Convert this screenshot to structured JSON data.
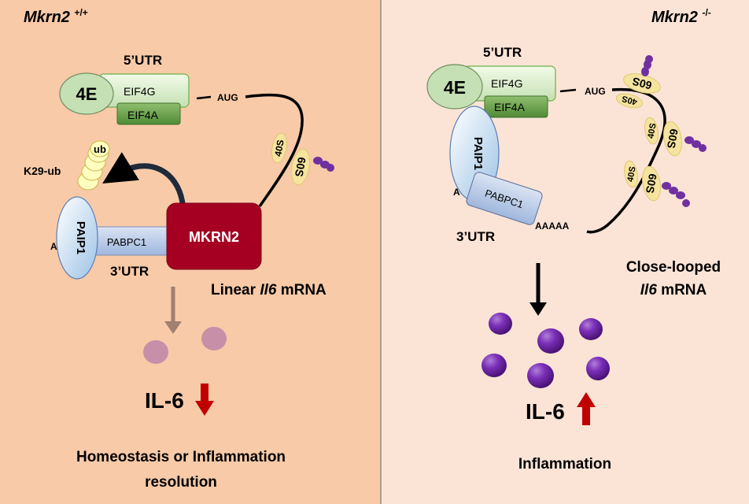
{
  "left": {
    "genotype": "Mkrn2",
    "superscript": "+/+",
    "utr5": "5’UTR",
    "cap": "4E",
    "eif4g": "EIF4G",
    "eif4a": "EIF4A",
    "aug": "AUG",
    "ribosome_small": "40S",
    "ribosome_large": "60S",
    "ub": "ub",
    "k29": "K29-ub",
    "paip1": "PAIP1",
    "pabpc1": "PABPC1",
    "poly_a": "A",
    "utr3": "3’UTR",
    "mkrn2": "MKRN2",
    "mrna_pre": "Linear ",
    "mrna_gene": "Il6",
    "mrna_post": " mRNA",
    "il6": "IL-6",
    "outcome_line1": "Homeostasis or Inflammation",
    "outcome_line2": "resolution",
    "colors": {
      "background": "#f8caa8",
      "arrow": "#c00000",
      "cytokine": "#c790a8",
      "mkrn2": "#a50021"
    }
  },
  "right": {
    "genotype": "Mkrn2",
    "superscript": "-/-",
    "utr5": "5’UTR",
    "cap": "4E",
    "eif4g": "EIF4G",
    "eif4a": "EIF4A",
    "aug": "AUG",
    "ribosome_small": "40S",
    "ribosome_large": "60S",
    "paip1": "PAIP1",
    "pabpc1": "PABPC1",
    "poly_a_short": "A",
    "poly_a": "AAAAA",
    "utr3": "3’UTR",
    "mrna_line1": "Close-looped",
    "mrna_gene": "Il6",
    "mrna_post": " mRNA",
    "il6": "IL-6",
    "outcome": "Inflammation",
    "colors": {
      "background": "#fbe4d6",
      "arrow": "#c00000",
      "cytokine": "#7030a0"
    }
  }
}
